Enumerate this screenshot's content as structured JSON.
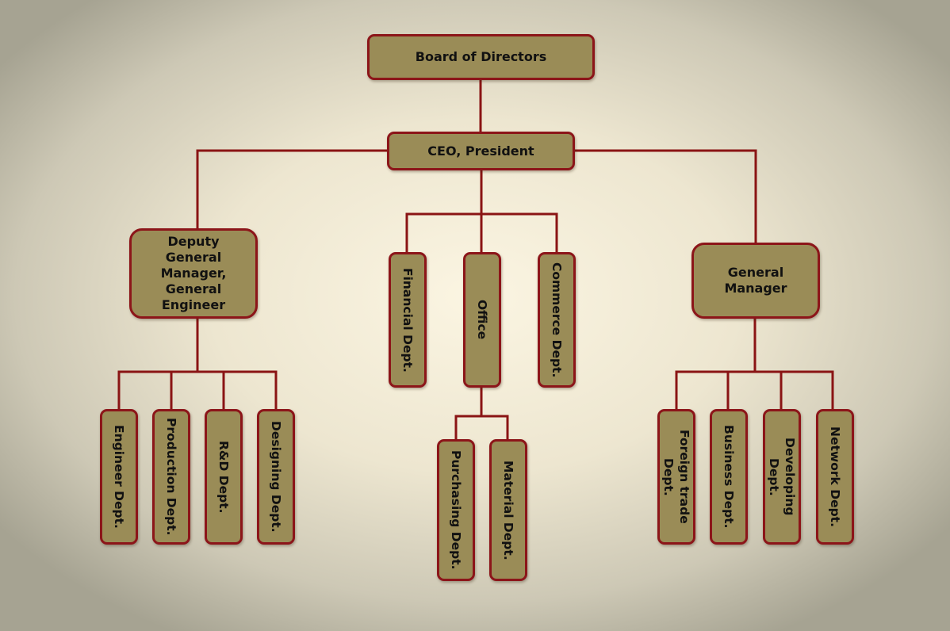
{
  "colors": {
    "box_fill": "#9a8c57",
    "box_border": "#8c1519",
    "connector": "#8a1414"
  },
  "nodes": {
    "board": "Board of Directors",
    "ceo": "CEO, President",
    "deputy": "Deputy General Manager, General Engineer",
    "general_manager": "General Manager",
    "financial": "Financial Dept.",
    "office": "Office",
    "commerce": "Commerce Dept.",
    "engineer": "Engineer Dept.",
    "production": "Production Dept.",
    "rd": "R&D Dept.",
    "designing": "Designing Dept.",
    "purchasing": "Purchasing Dept.",
    "material": "Material Dept.",
    "foreign_trade": "Foreign trade Dept.",
    "business": "Business Dept.",
    "developing": "Developing Dept.",
    "network": "Network Dept."
  }
}
